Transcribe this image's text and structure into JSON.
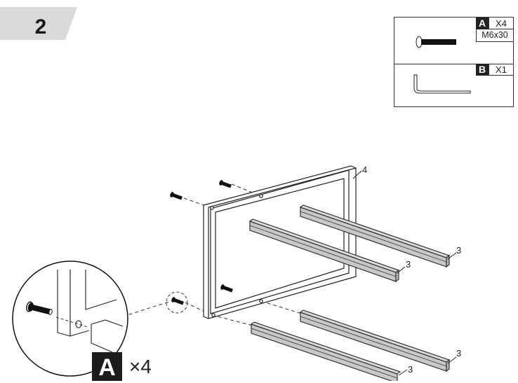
{
  "step": {
    "number": "2"
  },
  "parts_list": [
    {
      "letter": "A",
      "quantity": "X4",
      "spec": "M6x30",
      "icon": "bolt-icon"
    },
    {
      "letter": "B",
      "quantity": "X1",
      "icon": "allen-key-icon"
    }
  ],
  "callouts": {
    "frame_label": "4",
    "rail_labels": [
      "3",
      "3",
      "3",
      "3"
    ]
  },
  "detail": {
    "part_letter": "A",
    "count": "×4"
  },
  "colors": {
    "step_badge": "#d9dadc",
    "rail_fill": "#c8c8c8",
    "line": "#222222"
  }
}
